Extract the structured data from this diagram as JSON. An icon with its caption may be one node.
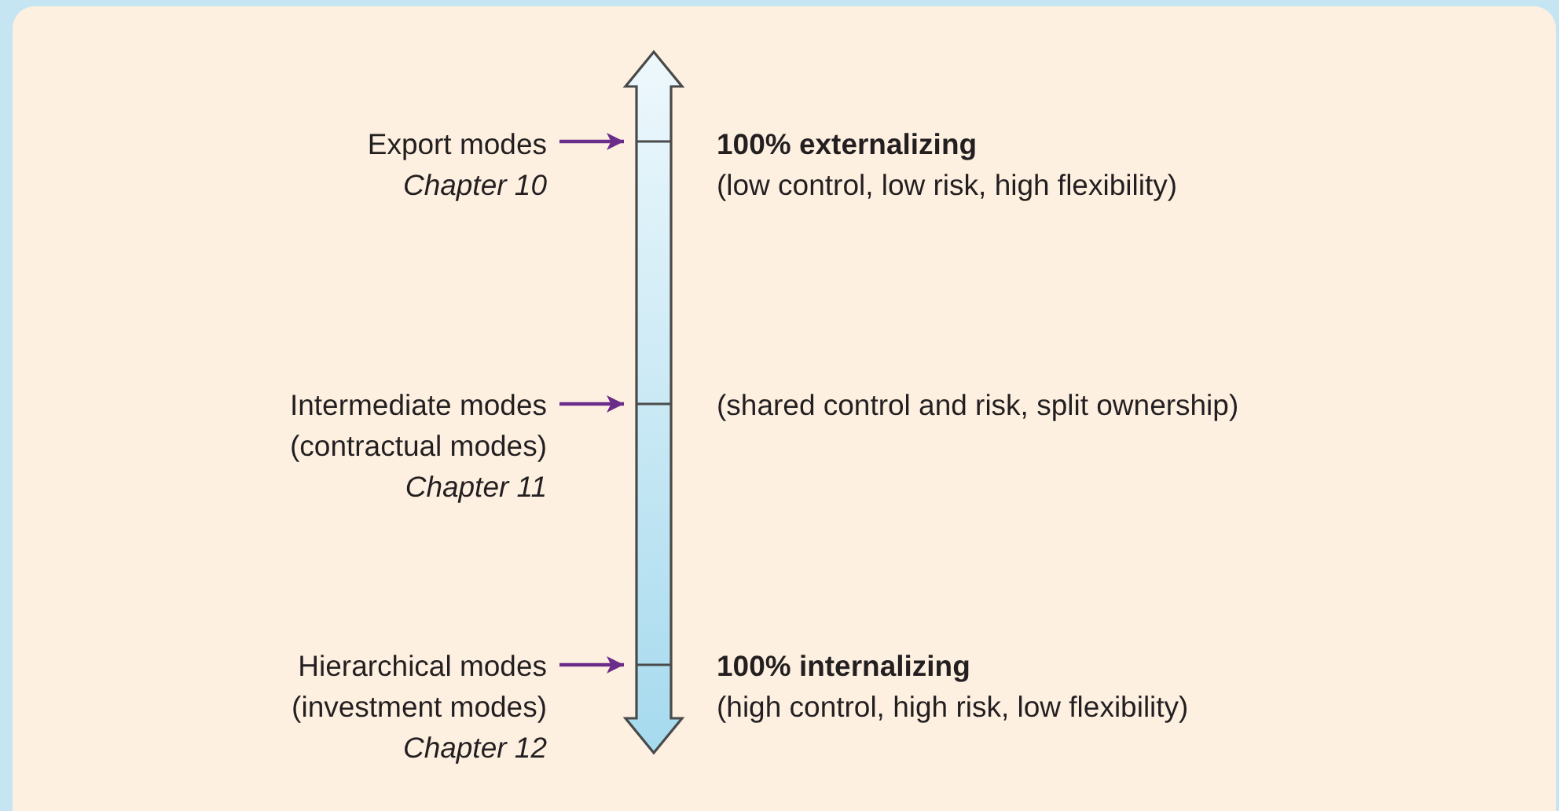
{
  "diagram": {
    "nodes": [
      {
        "text": [
          "Export modes",
          "Chapter 10"
        ]
      },
      {
        "text": [
          "Intermediate modes",
          "(contractual modes)",
          "Chapter 11"
        ]
      },
      {
        "text": [
          "Hierarchical modes",
          "(investment modes)",
          "Chapter 12"
        ]
      },
      {
        "text": [],
        "shape": "bar"
      }
    ],
    "edges": [
      {
        "from": 0,
        "to": 3,
        "arrow": "to"
      },
      {
        "from": 1,
        "to": 3,
        "arrow": "to"
      },
      {
        "from": 2,
        "to": 3,
        "arrow": "to"
      }
    ],
    "labels": [
      "100% externalizing",
      "(low control, low risk, high flexibility)",
      "(shared control and risk, split ownership)",
      "100% internalizing",
      "(high control, high risk, low flexibility)"
    ]
  }
}
